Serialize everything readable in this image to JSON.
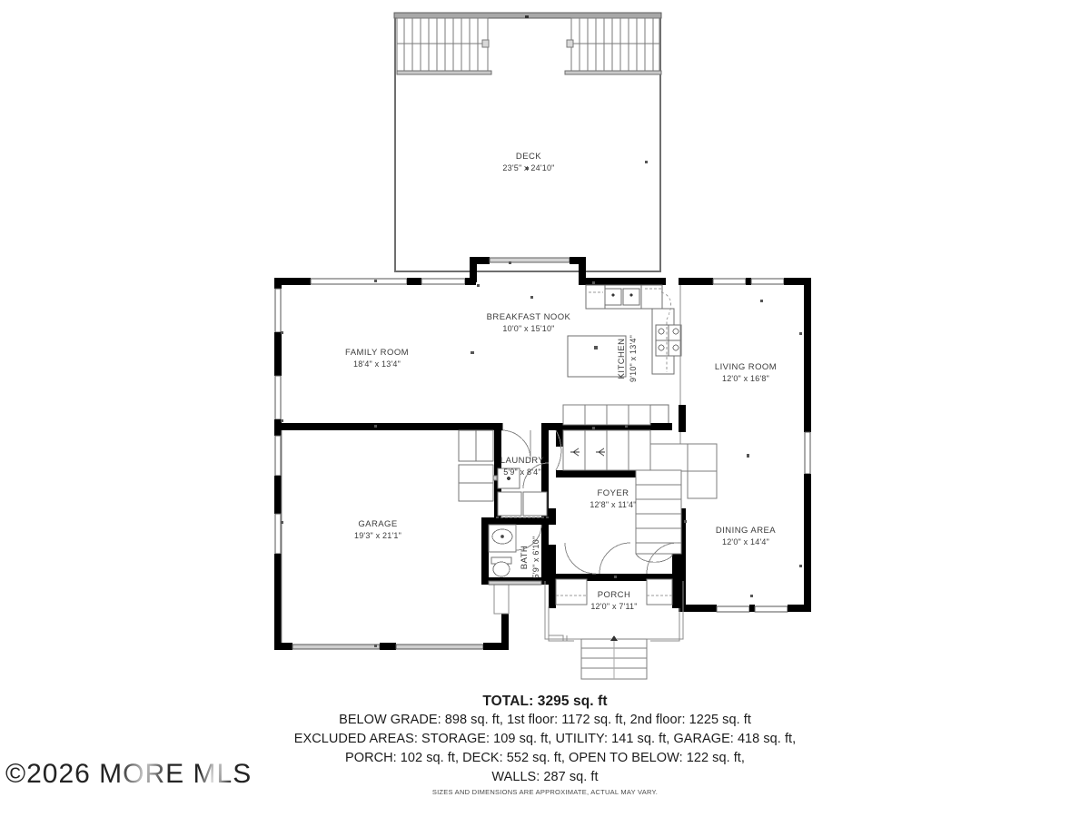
{
  "document": {
    "type": "residential-floor-plan",
    "watermark": "©2026 MORE MLS",
    "disclaimer": "SIZES AND DIMENSIONS ARE APPROXIMATE, ACTUAL MAY VARY."
  },
  "colors": {
    "wall": "#000000",
    "thin_line": "#8c8c8c",
    "text": "#3b3b3b",
    "summary_text": "#1c1c1c",
    "background": "#ffffff"
  },
  "rooms": [
    {
      "id": "deck",
      "name": "DECK",
      "dims": "23'5\" x 24'10\""
    },
    {
      "id": "breakfast-nook",
      "name": "BREAKFAST NOOK",
      "dims": "10'0\" x 15'10\""
    },
    {
      "id": "family-room",
      "name": "FAMILY ROOM",
      "dims": "18'4\" x 13'4\""
    },
    {
      "id": "kitchen",
      "name": "KITCHEN",
      "dims": "9'10\" x 13'4\""
    },
    {
      "id": "living-room",
      "name": "LIVING ROOM",
      "dims": "12'0\" x 16'8\""
    },
    {
      "id": "laundry",
      "name": "LAUNDRY",
      "dims": "5'9\" x 8'4\""
    },
    {
      "id": "foyer",
      "name": "FOYER",
      "dims": "12'8\" x 11'4\""
    },
    {
      "id": "garage",
      "name": "GARAGE",
      "dims": "19'3\" x 21'1\""
    },
    {
      "id": "dining-area",
      "name": "DINING AREA",
      "dims": "12'0\" x 14'4\""
    },
    {
      "id": "bath",
      "name": "BATH",
      "dims": "5'9\" x 6'10\""
    },
    {
      "id": "porch",
      "name": "PORCH",
      "dims": "12'0\" x 7'11\""
    }
  ],
  "summary": {
    "total": "TOTAL: 3295 sq. ft",
    "line1": "BELOW GRADE: 898 sq. ft, 1st floor: 1172 sq. ft, 2nd floor: 1225 sq. ft",
    "line2": "EXCLUDED AREAS: STORAGE: 109 sq. ft, UTILITY: 141 sq. ft, GARAGE: 418 sq. ft,",
    "line3": "PORCH: 102 sq. ft, DECK: 552 sq. ft, OPEN TO BELOW: 122 sq. ft,",
    "line4": "WALLS: 287 sq. ft"
  },
  "areas": {
    "total_sq_ft": 3295,
    "below_grade_sq_ft": 898,
    "first_floor_sq_ft": 1172,
    "second_floor_sq_ft": 1225,
    "excluded": {
      "storage_sq_ft": 109,
      "utility_sq_ft": 141,
      "garage_sq_ft": 418,
      "porch_sq_ft": 102,
      "deck_sq_ft": 552,
      "open_to_below_sq_ft": 122,
      "walls_sq_ft": 287
    }
  }
}
